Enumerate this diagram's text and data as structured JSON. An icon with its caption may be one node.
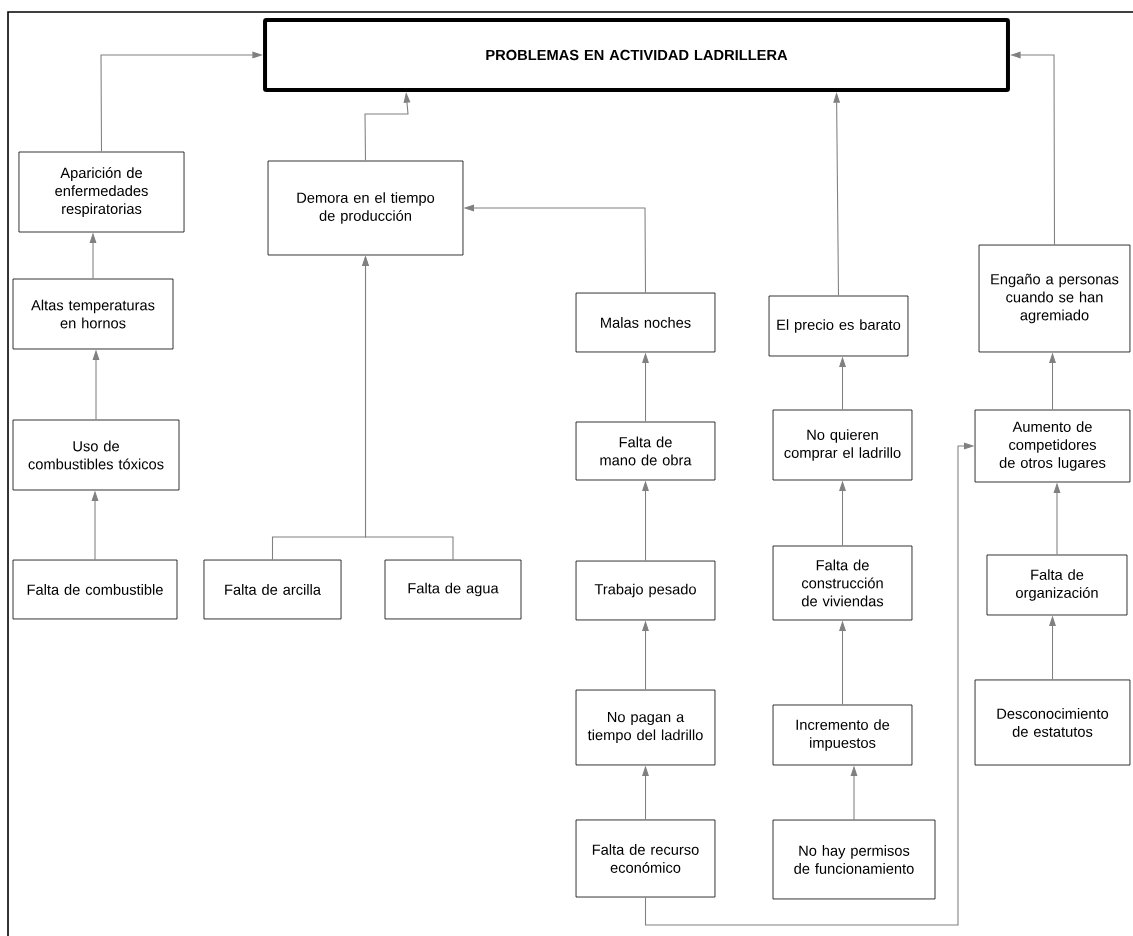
{
  "diagram": {
    "nodes": [
      {
        "text": [
          "PROBLEMAS EN  ACTIVIDAD LADRILLERA"
        ]
      },
      {
        "text": [
          "Aparición de enfermedades respiratorias"
        ]
      },
      {
        "text": [
          "Altas temperaturas en hornos"
        ]
      },
      {
        "text": [
          "Uso de combustibles tóxicos"
        ]
      },
      {
        "text": [
          "Falta de combustible"
        ]
      },
      {
        "text": [
          "Demora en el tiempo de producción"
        ]
      },
      {
        "text": [
          "Falta de arcilla"
        ]
      },
      {
        "text": [
          "Falta de agua"
        ]
      },
      {
        "text": [
          "Malas noches"
        ]
      },
      {
        "text": [
          "Falta de mano de obra"
        ]
      },
      {
        "text": [
          "Trabajo pesado"
        ]
      },
      {
        "text": [
          "No pagan a tiempo del ladrillo"
        ]
      },
      {
        "text": [
          "Falta de recurso económico"
        ]
      },
      {
        "text": [
          "El precio es barato"
        ]
      },
      {
        "text": [
          "No quieren comprar el ladrillo"
        ]
      },
      {
        "text": [
          "Falta de construcción de viviendas"
        ]
      },
      {
        "text": [
          "Incremento de impuestos"
        ]
      },
      {
        "text": [
          "No hay permisos de funcionamiento"
        ]
      },
      {
        "text": [
          "Engaño a personas cuando se han agremiado"
        ]
      },
      {
        "text": [
          "Aumento de competidores de otros lugares"
        ]
      },
      {
        "text": [
          "Falta de organización"
        ]
      },
      {
        "text": [
          "Desconocimiento de estatutos"
        ]
      }
    ],
    "edges": [
      {
        "from": 1,
        "to": 0,
        "arrow": "to"
      },
      {
        "from": 5,
        "to": 0,
        "arrow": "to"
      },
      {
        "from": 8,
        "to": 5,
        "arrow": "to"
      },
      {
        "from": 13,
        "to": 0,
        "arrow": "to"
      },
      {
        "from": 18,
        "to": 0,
        "arrow": "to"
      },
      {
        "from": 2,
        "to": 1,
        "arrow": "to"
      },
      {
        "from": 3,
        "to": 2,
        "arrow": "to"
      },
      {
        "from": 4,
        "to": 3,
        "arrow": "to"
      },
      {
        "from": 6,
        "to": 5,
        "arrow": "to"
      },
      {
        "from": 7,
        "to": 5,
        "arrow": "to"
      },
      {
        "from": 9,
        "to": 8,
        "arrow": "to"
      },
      {
        "from": 10,
        "to": 9,
        "arrow": "to"
      },
      {
        "from": 11,
        "to": 10,
        "arrow": "to"
      },
      {
        "from": 12,
        "to": 11,
        "arrow": "to"
      },
      {
        "from": 14,
        "to": 13,
        "arrow": "to"
      },
      {
        "from": 15,
        "to": 14,
        "arrow": "to"
      },
      {
        "from": 16,
        "to": 15,
        "arrow": "to"
      },
      {
        "from": 17,
        "to": 16,
        "arrow": "to"
      },
      {
        "from": 12,
        "to": 19,
        "arrow": "to"
      },
      {
        "from": 19,
        "to": 18,
        "arrow": "to"
      },
      {
        "from": 20,
        "to": 19,
        "arrow": "to"
      },
      {
        "from": 21,
        "to": 20,
        "arrow": "to"
      }
    ]
  }
}
